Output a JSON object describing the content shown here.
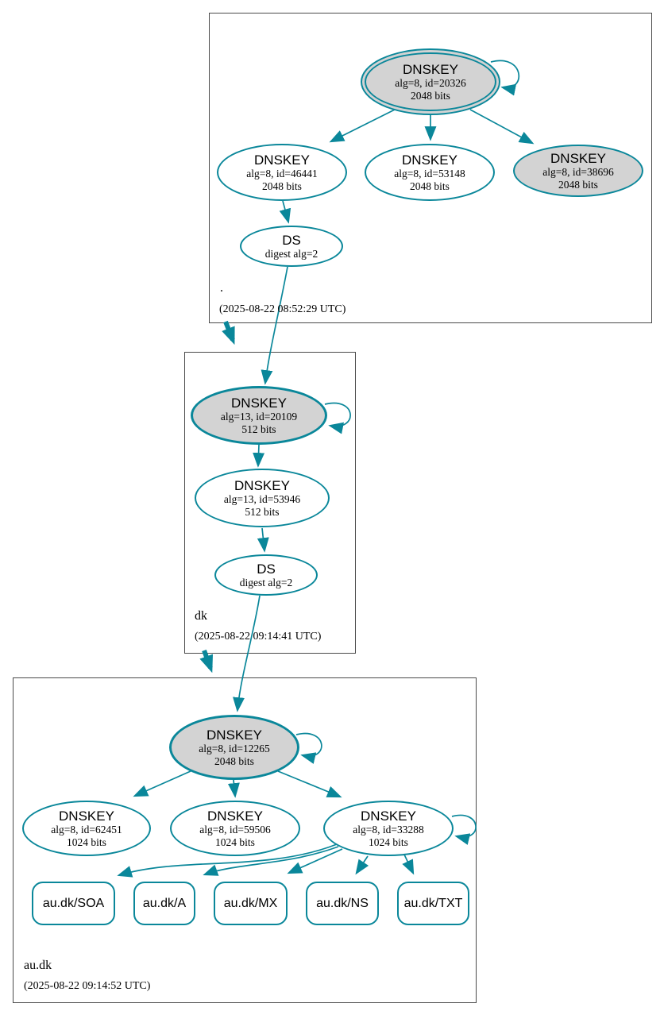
{
  "diagram": {
    "kind": "dnssec-authentication-chain",
    "colors": {
      "edge": "#0a879a",
      "ksk_fill": "#d3d3d3",
      "key_fill": "#ffffff",
      "box_border": "#4a4a4a",
      "text": "#000000"
    },
    "zones": [
      {
        "label": ".",
        "timestamp": "(2025-08-22 08:52:29 UTC)",
        "nodes": [
          {
            "title": "DNSKEY",
            "detail": "alg=8, id=20326",
            "bits": "2048 bits"
          },
          {
            "title": "DNSKEY",
            "detail": "alg=8, id=46441",
            "bits": "2048 bits"
          },
          {
            "title": "DNSKEY",
            "detail": "alg=8, id=53148",
            "bits": "2048 bits"
          },
          {
            "title": "DNSKEY",
            "detail": "alg=8, id=38696",
            "bits": "2048 bits"
          },
          {
            "title": "DS",
            "detail": "digest alg=2"
          }
        ]
      },
      {
        "label": "dk",
        "timestamp": "(2025-08-22 09:14:41 UTC)",
        "nodes": [
          {
            "title": "DNSKEY",
            "detail": "alg=13, id=20109",
            "bits": "512 bits"
          },
          {
            "title": "DNSKEY",
            "detail": "alg=13, id=53946",
            "bits": "512 bits"
          },
          {
            "title": "DS",
            "detail": "digest alg=2"
          }
        ]
      },
      {
        "label": "au.dk",
        "timestamp": "(2025-08-22 09:14:52 UTC)",
        "nodes": [
          {
            "title": "DNSKEY",
            "detail": "alg=8, id=12265",
            "bits": "2048 bits"
          },
          {
            "title": "DNSKEY",
            "detail": "alg=8, id=62451",
            "bits": "1024 bits"
          },
          {
            "title": "DNSKEY",
            "detail": "alg=8, id=59506",
            "bits": "1024 bits"
          },
          {
            "title": "DNSKEY",
            "detail": "alg=8, id=33288",
            "bits": "1024 bits"
          }
        ],
        "rrsets": [
          {
            "label": "au.dk/SOA"
          },
          {
            "label": "au.dk/A"
          },
          {
            "label": "au.dk/MX"
          },
          {
            "label": "au.dk/NS"
          },
          {
            "label": "au.dk/TXT"
          }
        ]
      }
    ]
  }
}
